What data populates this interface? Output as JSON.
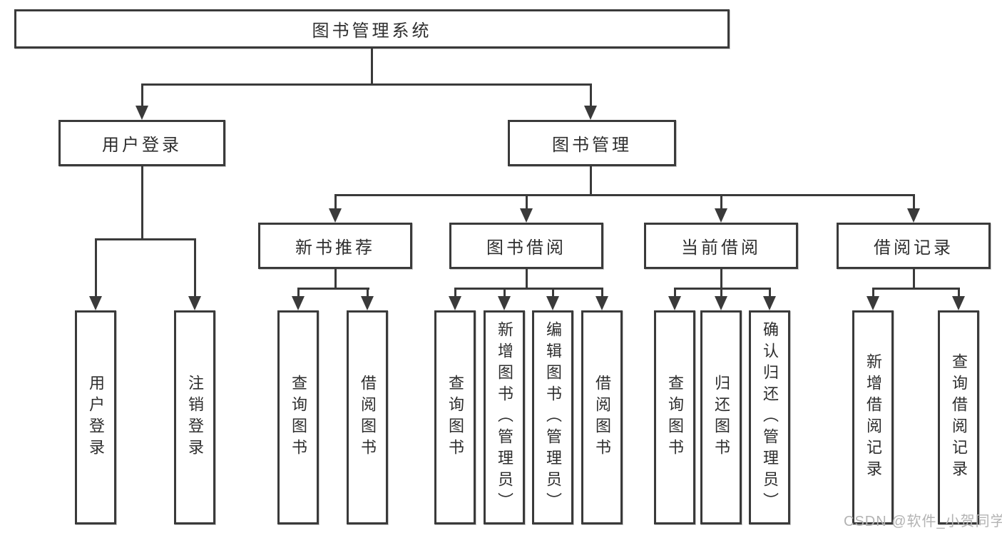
{
  "watermark": "CSDN @软件_小贺同学",
  "colors": {
    "line": "#3a3a3a",
    "text": "#2e2e2e",
    "watermark": "#b3b3b3",
    "background": "#ffffff"
  },
  "diagram": {
    "root": {
      "label": "图书管理系统"
    },
    "branches": [
      {
        "label": "用户登录",
        "children": [
          {
            "label": "用户登录"
          },
          {
            "label": "注销登录"
          }
        ]
      },
      {
        "label": "图书管理",
        "children": [
          {
            "label": "新书推荐",
            "children": [
              {
                "label": "查询图书"
              },
              {
                "label": "借阅图书"
              }
            ]
          },
          {
            "label": "图书借阅",
            "children": [
              {
                "label": "查询图书"
              },
              {
                "label": "新增图书（管理员）"
              },
              {
                "label": "编辑图书（管理员）"
              },
              {
                "label": "借阅图书"
              }
            ]
          },
          {
            "label": "当前借阅",
            "children": [
              {
                "label": "查询图书"
              },
              {
                "label": "归还图书"
              },
              {
                "label": "确认归还（管理员）"
              }
            ]
          },
          {
            "label": "借阅记录",
            "children": [
              {
                "label": "新增借阅记录"
              },
              {
                "label": "查询借阅记录"
              }
            ]
          }
        ]
      }
    ]
  }
}
